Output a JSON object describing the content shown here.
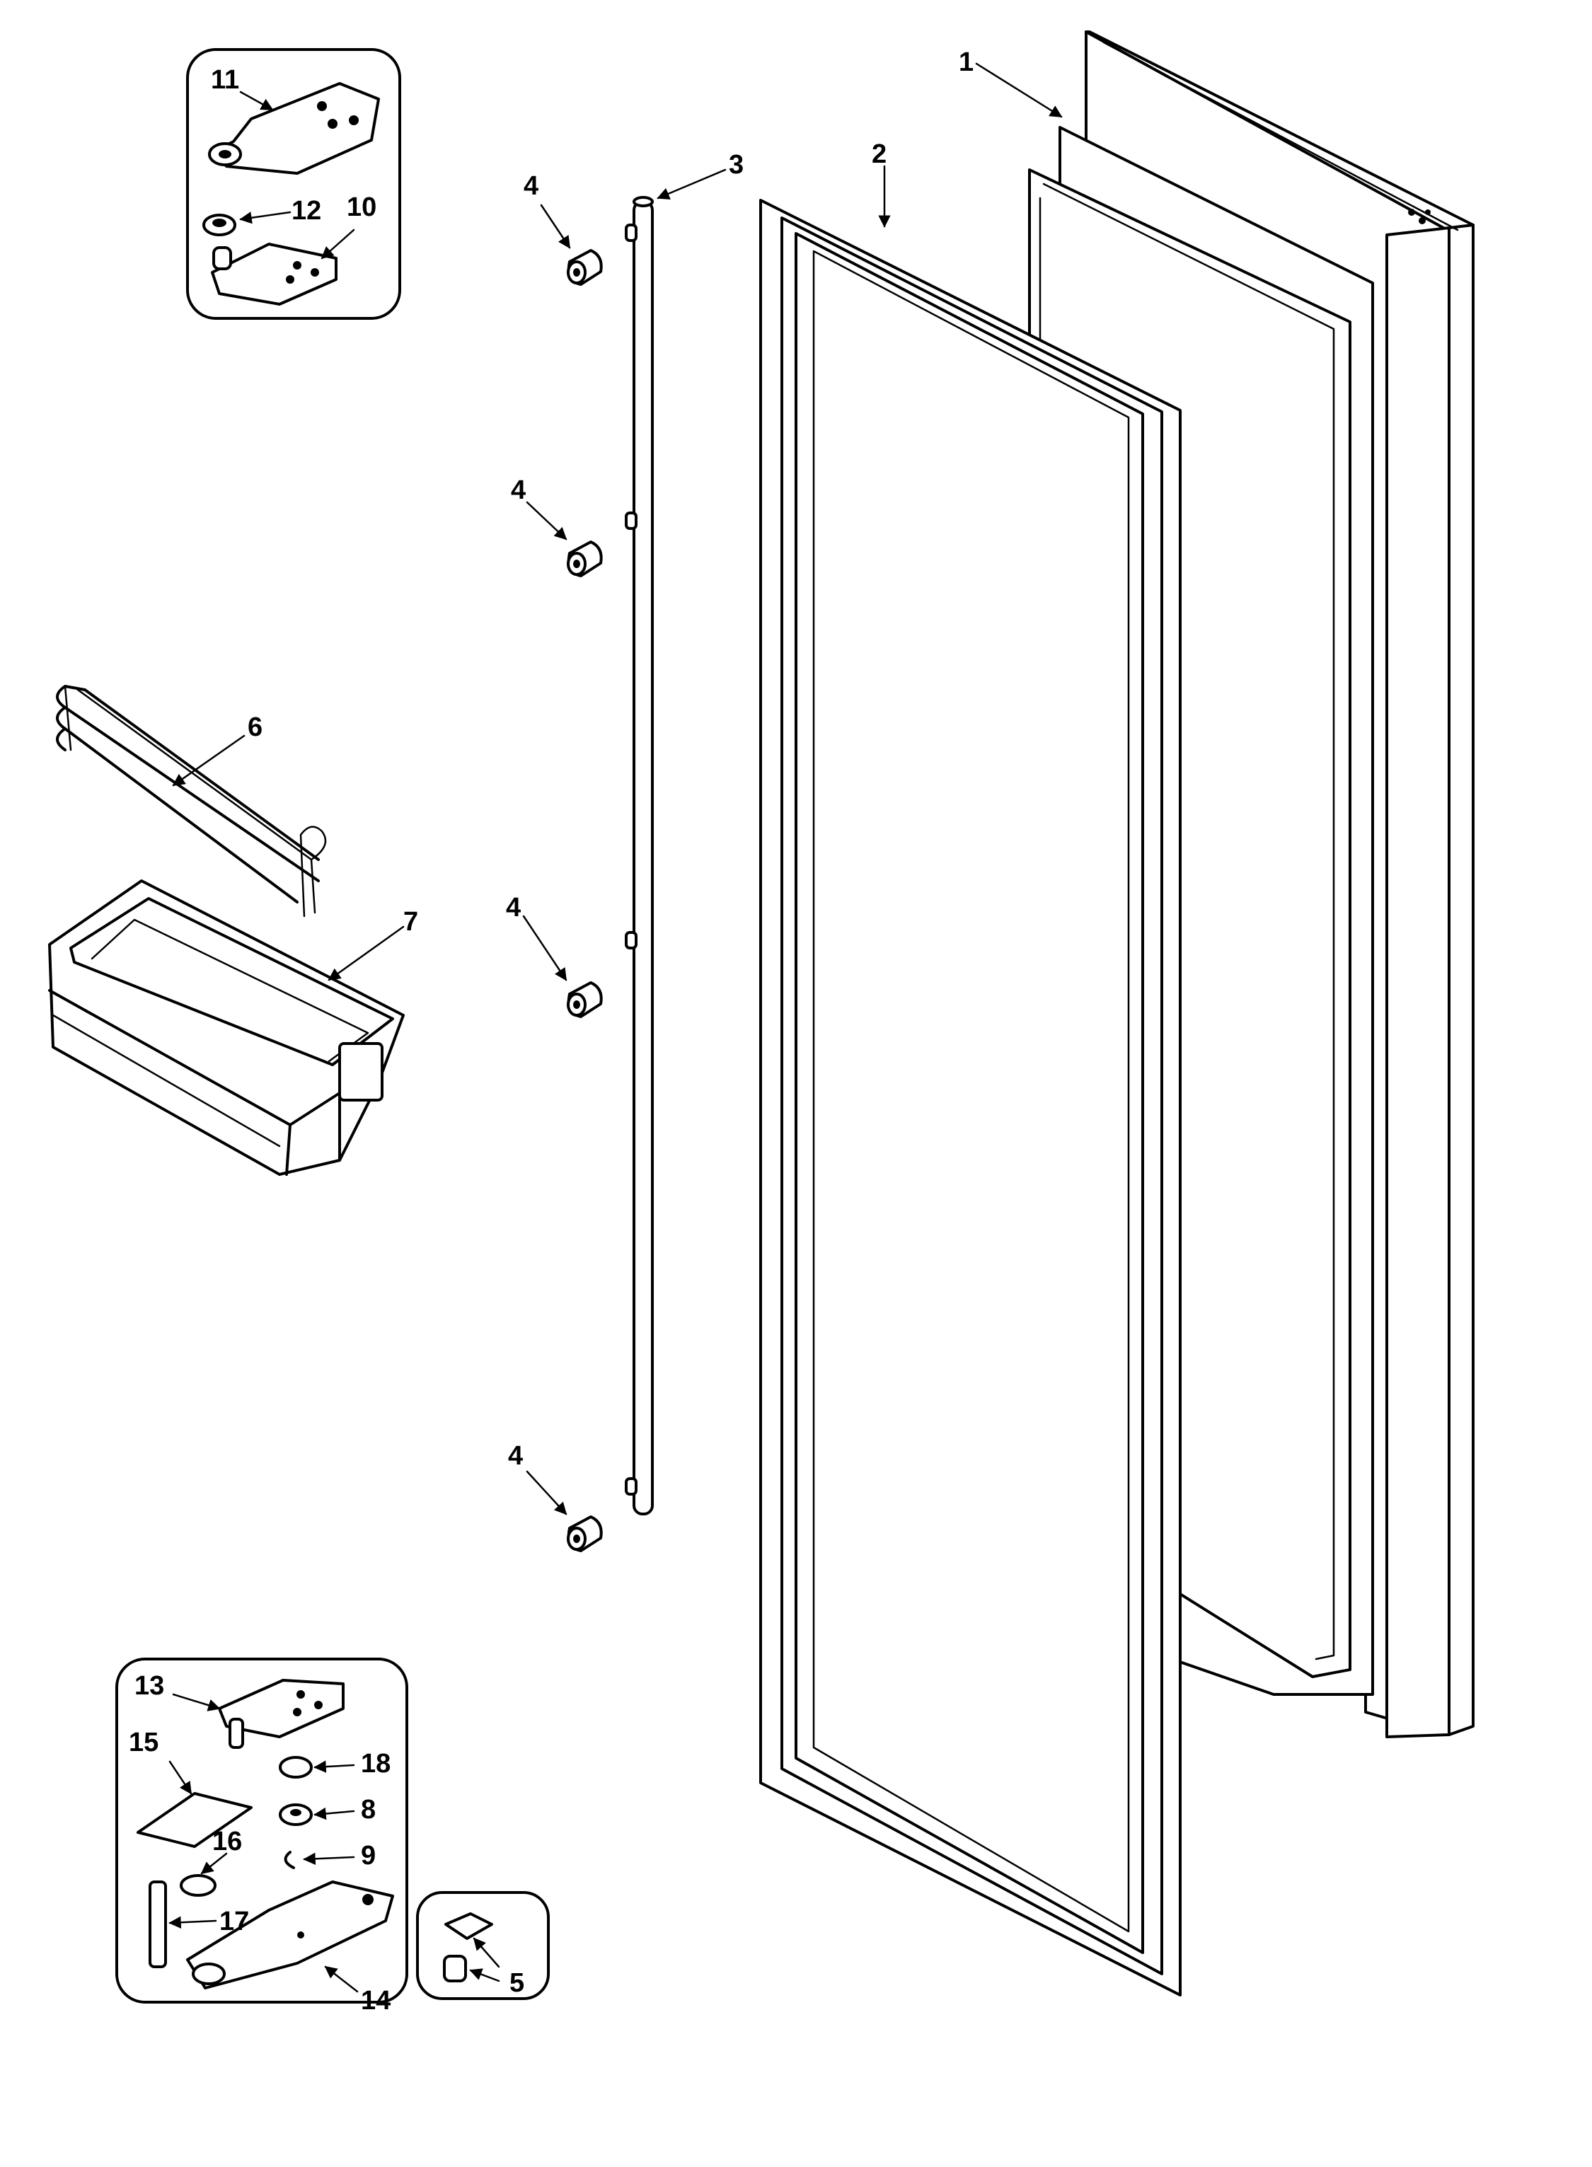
{
  "callouts": {
    "c1": "1",
    "c2": "2",
    "c3": "3",
    "c4a": "4",
    "c4b": "4",
    "c4c": "4",
    "c4d": "4",
    "c5": "5",
    "c6": "6",
    "c7": "7",
    "c8": "8",
    "c9": "9",
    "c10": "10",
    "c11": "11",
    "c12": "12",
    "c13": "13",
    "c14": "14",
    "c15": "15",
    "c16": "16",
    "c17": "17",
    "c18": "18"
  }
}
